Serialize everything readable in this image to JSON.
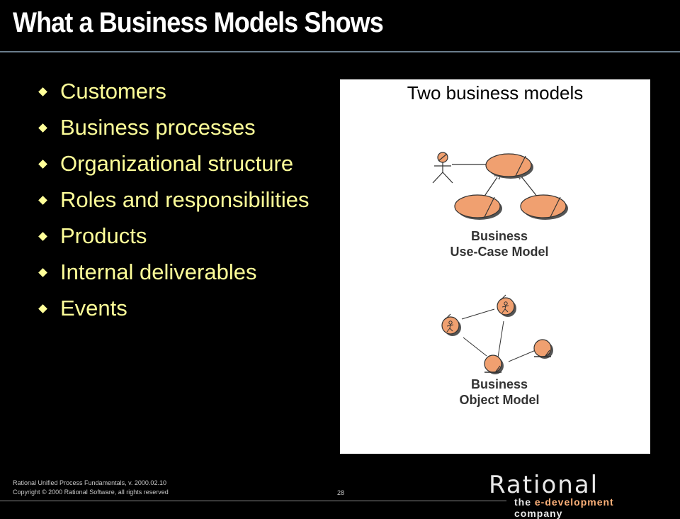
{
  "slide": {
    "title": "What a Business Models Shows",
    "bullets": [
      "Customers",
      "Business processes",
      "Organizational structure",
      "Roles and responsibilities",
      "Products",
      "Internal deliverables",
      "Events"
    ]
  },
  "panel": {
    "title": "Two business models",
    "use_case_label_1": "Business",
    "use_case_label_2": "Use-Case Model",
    "object_label_1": "Business",
    "object_label_2": "Object Model"
  },
  "footer": {
    "line1": "Rational Unified Process Fundamentals, v. 2000.02.10",
    "line2": "Copyright © 2000 Rational Software, all rights reserved",
    "page_number": "28",
    "logo_word": "Rational",
    "tag_prefix": "the ",
    "tag_highlight": "e-development",
    "tag_suffix": " company"
  },
  "colors": {
    "background": "#000000",
    "title": "#ffffff",
    "bullet_text": "#ffff99",
    "shape_fill": "#f0a070"
  }
}
